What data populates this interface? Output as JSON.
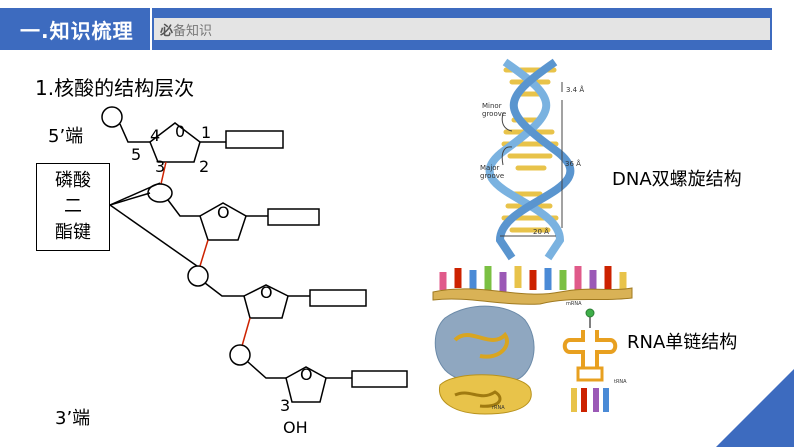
{
  "header": {
    "title": "一.知识梳理",
    "subtitle_bold": "必",
    "subtitle_rest": "备知识"
  },
  "heading": "1.核酸的结构层次",
  "nucleotide_chain": {
    "five_prime": "5’端",
    "three_prime": "3’端",
    "carbon_labels": [
      "4",
      "0",
      "1",
      "5",
      "3",
      "2"
    ],
    "ring_o": "O",
    "end_3": "3",
    "end_oh": "OH"
  },
  "phosphodiester_box": [
    "磷酸",
    "二",
    "酯键"
  ],
  "dna_label": "DNA双螺旋结构",
  "rna_label": "RNA单链结构",
  "dna_figure": {
    "measure_top": "3.4 Å",
    "minor_groove": [
      "Minor",
      "groove"
    ],
    "major_groove": [
      "Major",
      "groove"
    ],
    "measure_mid": "36 Å",
    "measure_bottom": "20 Å"
  },
  "rna_figure": {
    "mrna": "mRNA",
    "rrna": "rRNA",
    "trna": "tRNA"
  },
  "colors": {
    "header_blue": "#3d6bbf",
    "helix_blue": "#7ab2e0",
    "base_yellow": "#e8c34a",
    "bond_red": "#cc2200"
  }
}
